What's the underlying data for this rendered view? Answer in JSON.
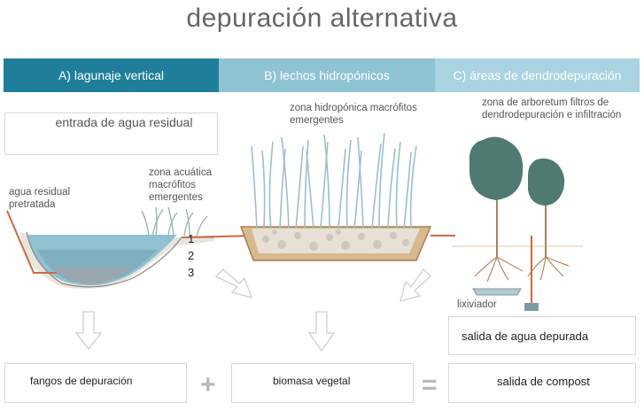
{
  "title": "depuración alternativa",
  "sections": {
    "a": "A) lagunaje vertical",
    "b": "B) lechos hidropónicos",
    "c": "C) áreas de dendrodepuración"
  },
  "labels": {
    "entrada": "entrada de agua residual",
    "agua_pretratada": "agua residual pretratada",
    "zona_acuatica": "zona acuática macrófitos emergentes",
    "n1": "1",
    "n2": "2",
    "n3": "3",
    "zona_hidroponica": "zona hidropónica macrófitos emergentes",
    "zona_arboretum": "zona de arboretum filtros de dendrodepuración e infiltración",
    "lixiviador": "lixiviador"
  },
  "outputs": {
    "agua_depurada": "salida de agua depurada",
    "fangos": "fangos de depuración",
    "biomasa": "biomasa vegetal",
    "compost": "salida de compost",
    "plus": "+",
    "equals": "="
  },
  "colors": {
    "header_a": "#1f7f9b",
    "header_b": "#8ec3d4",
    "header_c": "#a9d3e0",
    "water": "#8fc1d2",
    "pipe": "#c96a43",
    "soil": "#d8b88d",
    "tree": "#4f7a72"
  }
}
